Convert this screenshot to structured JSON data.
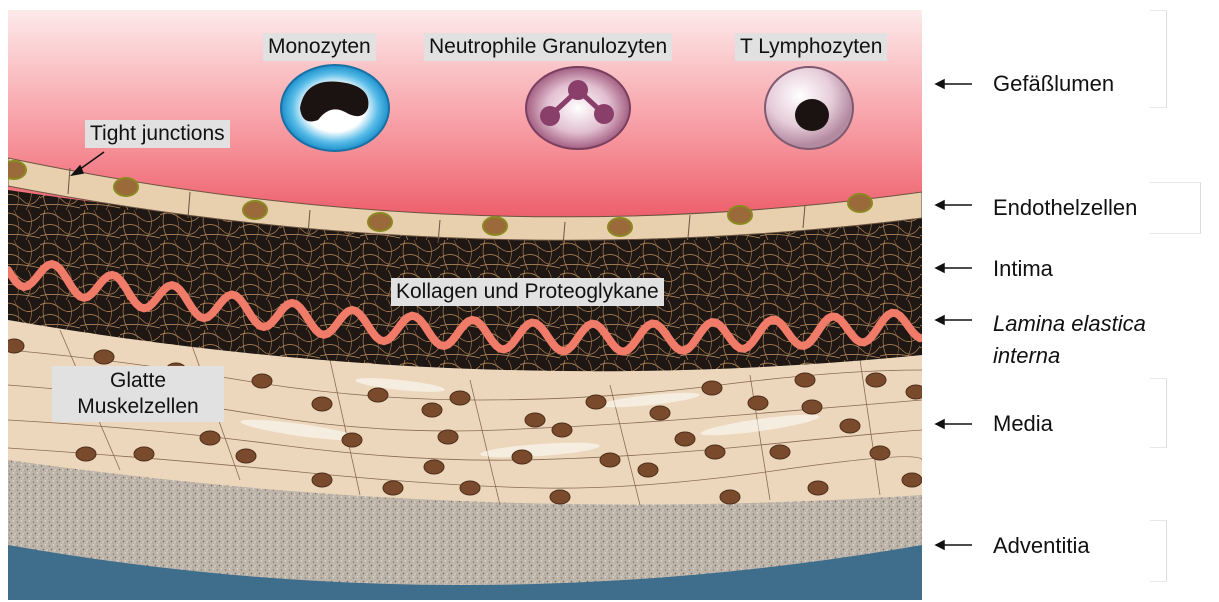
{
  "diagram": {
    "cell_labels": {
      "monocytes": "Monozyten",
      "neutrophils": "Neutrophile Granulozyten",
      "t_lymphocytes": "T Lymphozyten",
      "tight_junctions": "Tight junctions",
      "collagen": "Kollagen und Proteoglykane",
      "smooth_muscle": "Glatte Muskelzellen"
    },
    "layers": [
      {
        "id": "lumen",
        "label": "Gefäßlumen",
        "italic": false
      },
      {
        "id": "endothelium",
        "label": "Endothelzellen",
        "italic": false
      },
      {
        "id": "intima",
        "label": "Intima",
        "italic": false
      },
      {
        "id": "lamina",
        "label": "Lamina elastica interna",
        "italic": true
      },
      {
        "id": "media",
        "label": "Media",
        "italic": false
      },
      {
        "id": "adventitia",
        "label": "Adventitia",
        "italic": false
      }
    ],
    "colors": {
      "lumen_top": "#fde6e6",
      "lumen_bottom": "#e63a4b",
      "endothelium": "#e8cfae",
      "intima": "#1e1713",
      "collagen_fiber": "#b8895b",
      "lamina": "#f07b68",
      "media": "#ecd7bd",
      "nucleus": "#7a4a2c",
      "adventitia": "#b9b0a6",
      "vessel_wall_blue": "#3f6e8c",
      "monocyte": "#2aa3dc",
      "neutrophil": "#b46a8e",
      "t_cell": "#c8a6b8"
    }
  }
}
